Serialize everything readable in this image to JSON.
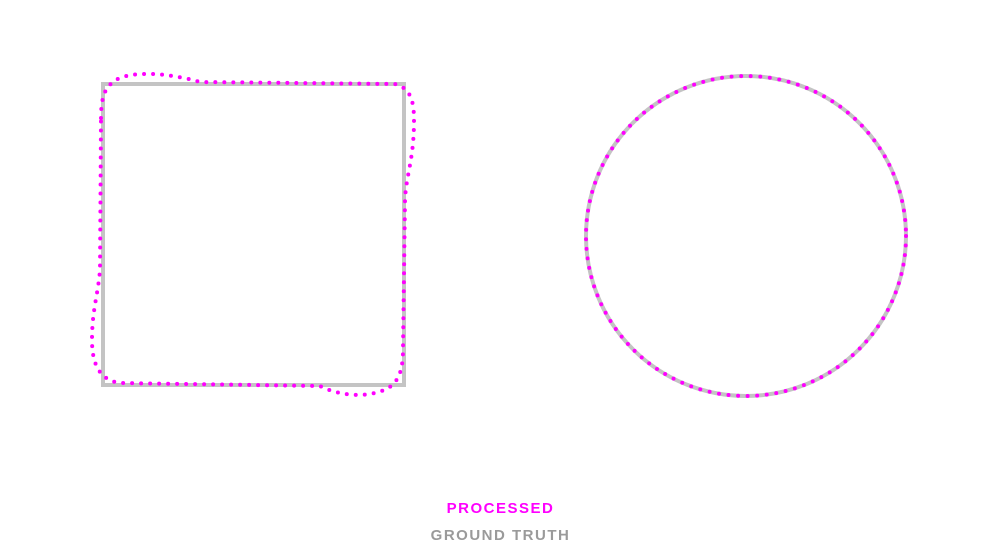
{
  "legend": {
    "processed_label": "PROCESSED",
    "ground_truth_label": "GROUND TRUTH"
  },
  "colors": {
    "processed": "#ff00ff",
    "ground_truth": "#c4c4c4",
    "background": "#ffffff"
  },
  "shapes": [
    {
      "name": "square",
      "ground_truth": "square outline",
      "processed": "dotted, slightly deformed square contour"
    },
    {
      "name": "circle",
      "ground_truth": "circle outline",
      "processed": "dotted circle contour matching ground truth"
    }
  ]
}
